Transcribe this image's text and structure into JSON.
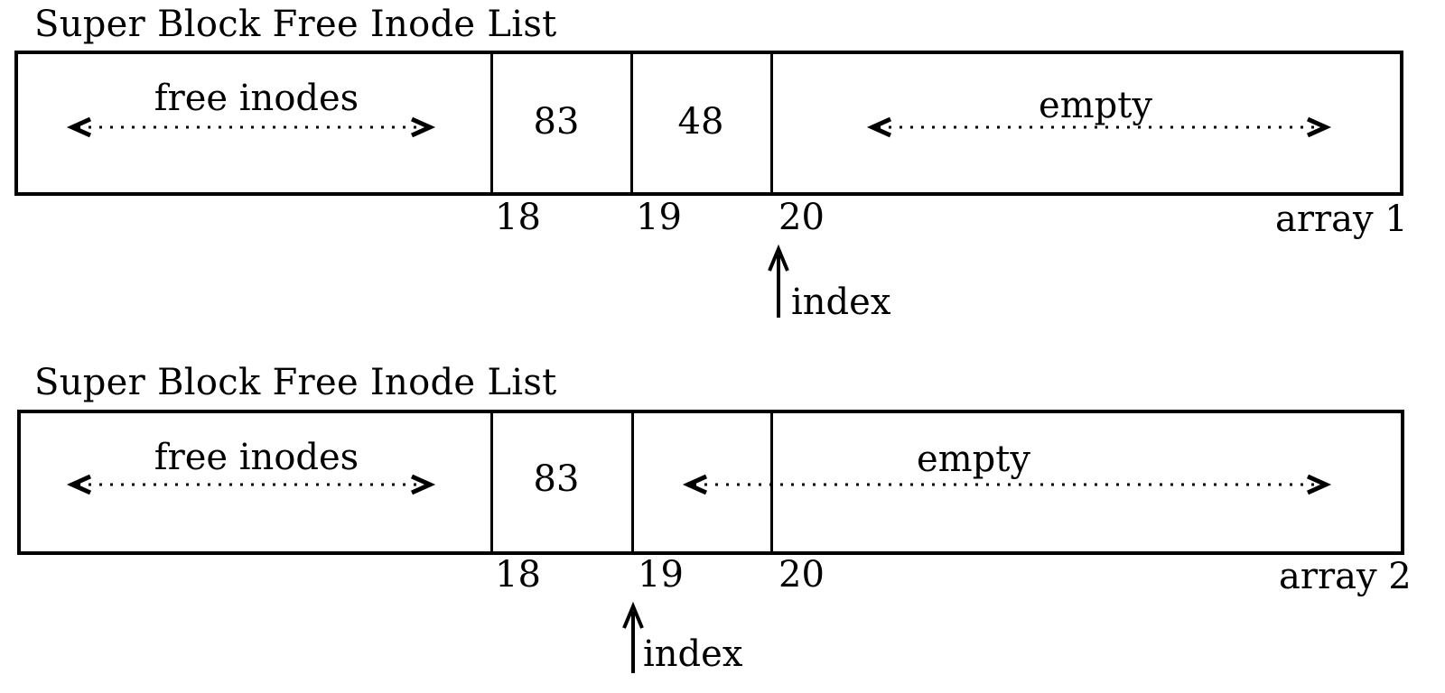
{
  "diagrams": [
    {
      "title": "Super Block Free Inode List",
      "free_label": "free inodes",
      "cells": [
        "83",
        "48"
      ],
      "empty_label": "empty",
      "indices": [
        "18",
        "19",
        "20"
      ],
      "array_label": "array 1",
      "pointer_label": "index",
      "pointer_at": "20"
    },
    {
      "title": "Super Block Free Inode List",
      "free_label": "free inodes",
      "cells": [
        "83",
        ""
      ],
      "empty_label": "empty",
      "indices": [
        "18",
        "19",
        "20"
      ],
      "array_label": "array 2",
      "pointer_label": "index",
      "pointer_at": "19"
    }
  ]
}
